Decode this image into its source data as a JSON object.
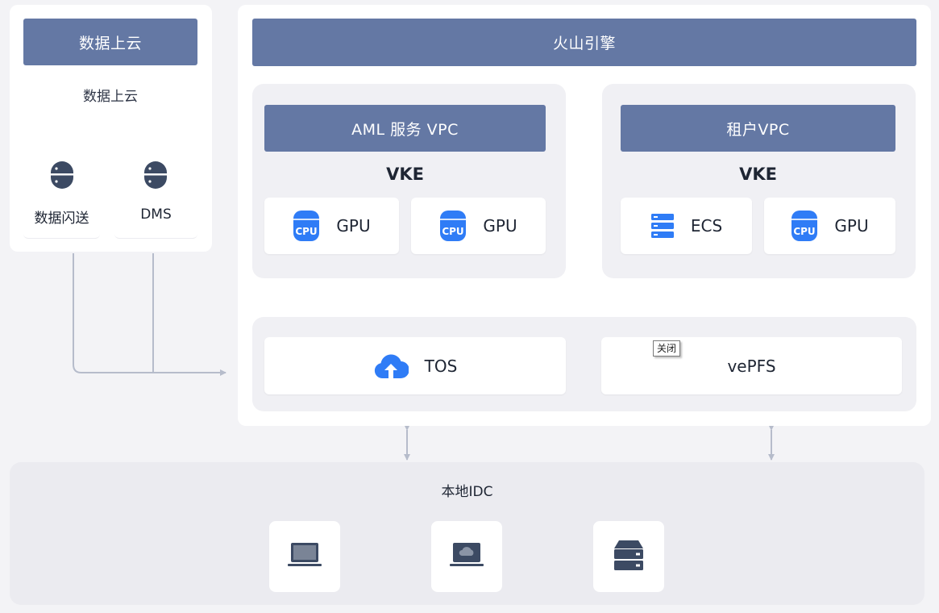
{
  "data_migration": {
    "header": "数据上云",
    "subtitle": "数据上云",
    "items": [
      {
        "label": "数据闪送",
        "icon": "database-icon"
      },
      {
        "label": "DMS",
        "icon": "database-icon"
      }
    ]
  },
  "volcano_engine": {
    "header": "火山引擎",
    "aml_vpc": {
      "header": "AML 服务 VPC",
      "cluster": "VKE",
      "nodes": [
        {
          "label": "GPU",
          "icon": "cpu-chip-icon"
        },
        {
          "label": "GPU",
          "icon": "cpu-chip-icon"
        }
      ]
    },
    "tenant_vpc": {
      "header": "租户VPC",
      "cluster": "VKE",
      "nodes": [
        {
          "label": "ECS",
          "icon": "server-stack-icon"
        },
        {
          "label": "GPU",
          "icon": "cpu-chip-icon"
        }
      ]
    },
    "storage": [
      {
        "label": "TOS",
        "icon": "cloud-upload-icon"
      },
      {
        "label": "vePFS",
        "icon": ""
      }
    ],
    "tooltip": "关闭"
  },
  "local_idc": {
    "title": "本地IDC",
    "devices": [
      {
        "icon": "laptop-icon"
      },
      {
        "icon": "cloud-laptop-icon"
      },
      {
        "icon": "server-drive-icon"
      }
    ]
  },
  "colors": {
    "header_bar": "#6478a4",
    "icon_blue": "#2f7cf6",
    "icon_dark": "#3c4a63",
    "connector": "#b6bccb"
  }
}
